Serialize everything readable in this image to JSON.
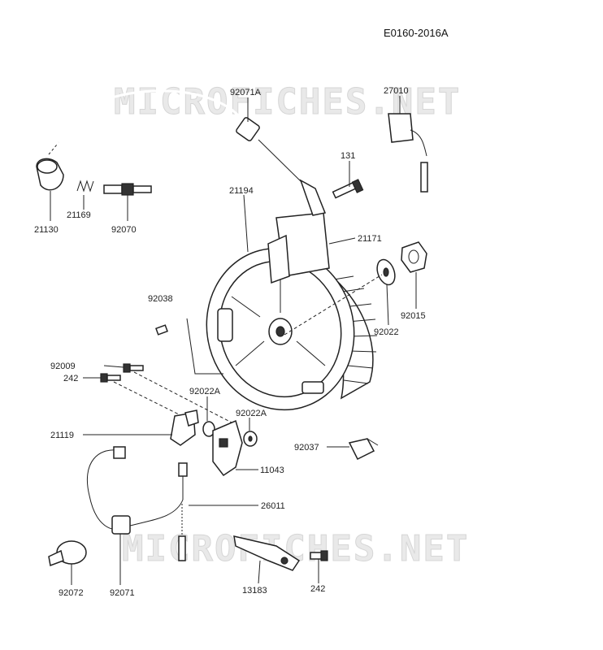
{
  "reference": "E0160-2016A",
  "watermark": "MICROFICHES.NET",
  "parts": {
    "p92071A": "92071A",
    "p27010": "27010",
    "p131": "131",
    "p21194": "21194",
    "p21171": "21171",
    "p21130": "21130",
    "p21169": "21169",
    "p92070": "92070",
    "p92038": "92038",
    "p92022": "92022",
    "p92015": "92015",
    "p92009": "92009",
    "p242a": "242",
    "p92022A_1": "92022A",
    "p92022A_2": "92022A",
    "p21119": "21119",
    "p11043": "11043",
    "p92037": "92037",
    "p26011": "26011",
    "p92072": "92072",
    "p92071": "92071",
    "p13183": "13183",
    "p242b": "242"
  }
}
